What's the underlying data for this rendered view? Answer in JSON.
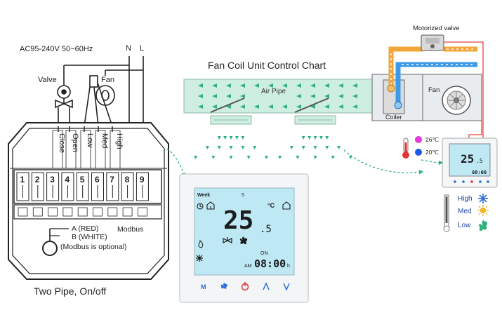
{
  "wiring": {
    "power_label": "AC95-240V  50~60Hz",
    "neutral_label": "N",
    "live_label": "L",
    "valve_label": "Valve",
    "fan_label": "Fan",
    "terminal_functions": [
      "Close",
      "Open",
      "Low",
      "Med",
      "High"
    ],
    "terminal_numbers": [
      "1",
      "2",
      "3",
      "4",
      "5",
      "6",
      "7",
      "8",
      "9"
    ],
    "modbus_a": "A (RED)",
    "modbus_b": "B (WHITE)",
    "modbus_label": "Modbus",
    "modbus_note": "(Modbus is optional)",
    "caption": "Two Pipe, On/off"
  },
  "chart": {
    "title": "Fan Coil Unit Control Chart",
    "air_pipe_label": "Air Pipe",
    "motorized_valve_label": "Motorized valve",
    "fan_label": "Fan",
    "coiler_label": "Coiler"
  },
  "thermostat": {
    "week_label": "Week",
    "day_number": "5",
    "temperature": "25",
    "temperature_decimal": ".5",
    "unit": "°C",
    "on_label": "ON",
    "am_label": "AM",
    "time": "08:00",
    "hour_suffix": "h",
    "buttons": [
      "M",
      "fan",
      "power",
      "up",
      "down"
    ]
  },
  "small_thermostat": {
    "temperature": "25",
    "temperature_decimal": ".5",
    "time": "08:00"
  },
  "legend": {
    "hot_temp": "26℃",
    "cold_temp": "20℃",
    "speeds": [
      "High",
      "Med",
      "Low"
    ]
  },
  "colors": {
    "hot_pipe": "#f3a63a",
    "cold_pipe": "#3d9ae8",
    "airflow": "#2fb07e",
    "lcd": "#bfe8f5",
    "lcd_text": "#1b1b1b",
    "hot_dot": "#e43ad8",
    "cold_dot": "#1b58e8",
    "red_line": "#e8463f",
    "power_button": "#e23636",
    "nav_button": "#2e6fd6"
  }
}
